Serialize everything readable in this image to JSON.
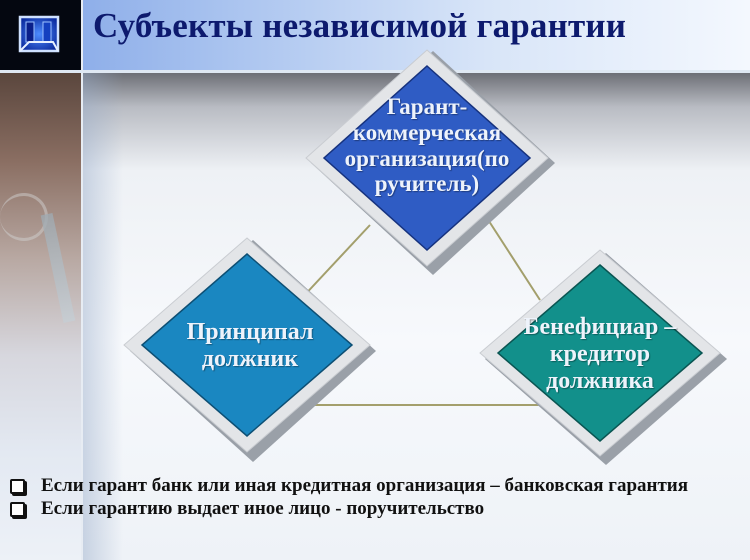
{
  "slide": {
    "title": "Субъекты независимой гарантии",
    "logo_icon": "glowing-cube-icon"
  },
  "diagram": {
    "type": "triangle-of-diamonds",
    "nodes": [
      {
        "id": "guarantor",
        "position": "top",
        "lines": [
          "Гарант-",
          "коммерческая",
          "организация(по",
          "ручитель)"
        ],
        "fill": "#2f5cc4"
      },
      {
        "id": "principal",
        "position": "bottom-left",
        "lines": [
          "Принципал",
          "должник"
        ],
        "fill": "#1a87c1"
      },
      {
        "id": "beneficiary",
        "position": "bottom-right",
        "lines": [
          "Бенефициар –",
          "кредитор",
          "должника"
        ],
        "fill": "#12908b"
      }
    ],
    "connector_color": "#a39f6c",
    "frame_color": "#e3e5e8"
  },
  "bullets": [
    {
      "text": "Если гарант банк или иная кредитная организация – банковская гарантия"
    },
    {
      "text": "Если гарантию выдает иное лицо  - поручительство"
    }
  ]
}
